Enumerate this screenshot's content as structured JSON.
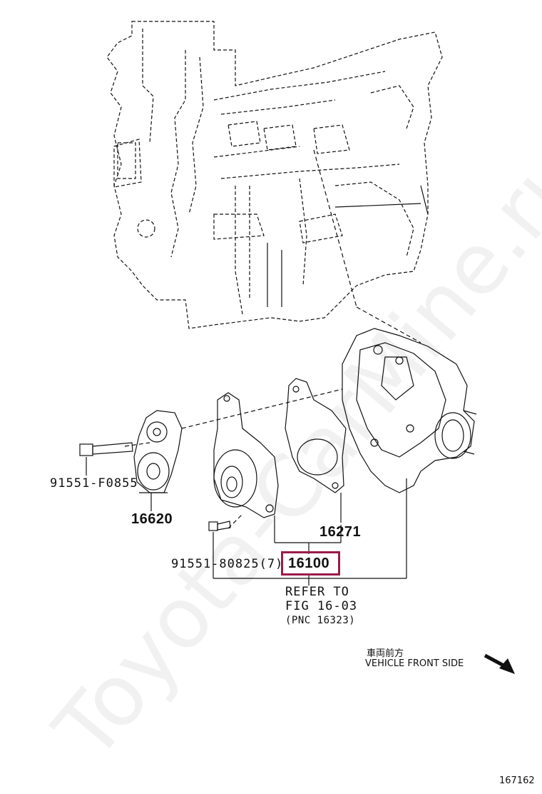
{
  "parts": {
    "bolt_tensioner": "91551-F0855",
    "tensioner": "16620",
    "gasket": "16271",
    "bolt_pump": "91551-80825(7)",
    "water_pump": "16100"
  },
  "reference": {
    "line1": "REFER TO",
    "line2": "FIG 16-03",
    "line3": "(PNC 16323)"
  },
  "orientation": {
    "japanese": "車両前方",
    "english": "VEHICLE FRONT SIDE"
  },
  "illustration_number": "167162",
  "watermark": "Toyota-CarMine.ru",
  "colors": {
    "highlight": "#9b1b4a",
    "line": "#111111"
  }
}
